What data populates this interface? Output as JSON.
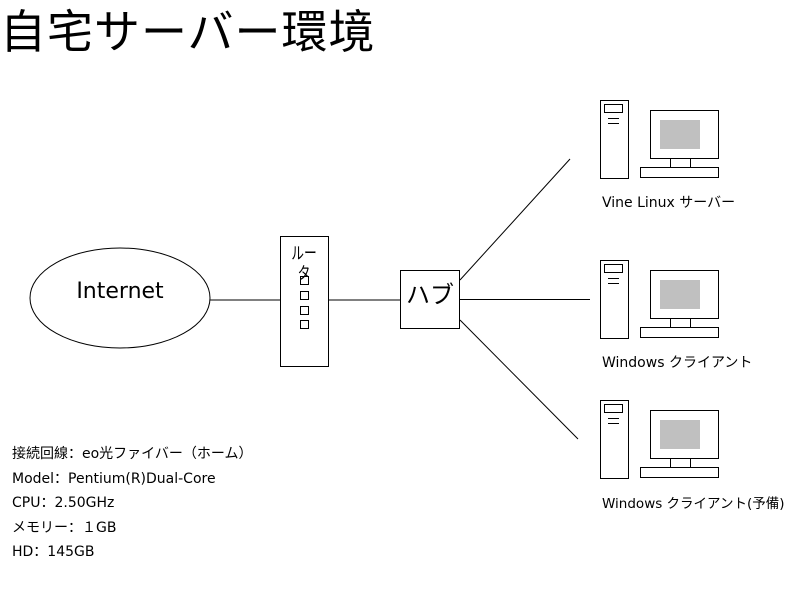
{
  "title": "自宅サーバー環境",
  "nodes": {
    "internet": {
      "label": "Internet",
      "icon": "cloud-ellipse"
    },
    "router": {
      "label": "ルータ",
      "port_count": 4,
      "icon": "router-box"
    },
    "hub": {
      "label": "ハブ",
      "icon": "hub-box"
    }
  },
  "computers": [
    {
      "label": "Vine Linux サーバー",
      "icon": "desktop-computer-icon"
    },
    {
      "label": "Windows クライアント",
      "icon": "desktop-computer-icon"
    },
    {
      "label": "Windows クライアント(予備)",
      "icon": "desktop-computer-icon"
    }
  ],
  "specs": [
    "接続回線：eo光ファイバー（ホーム）",
    "Model：Pentium(R)Dual-Core",
    "CPU：2.50GHz",
    "メモリー：１GB",
    "HD：145GB"
  ],
  "colors": {
    "stroke": "#000000",
    "screen": "#c0c0c0",
    "background": "#ffffff"
  }
}
